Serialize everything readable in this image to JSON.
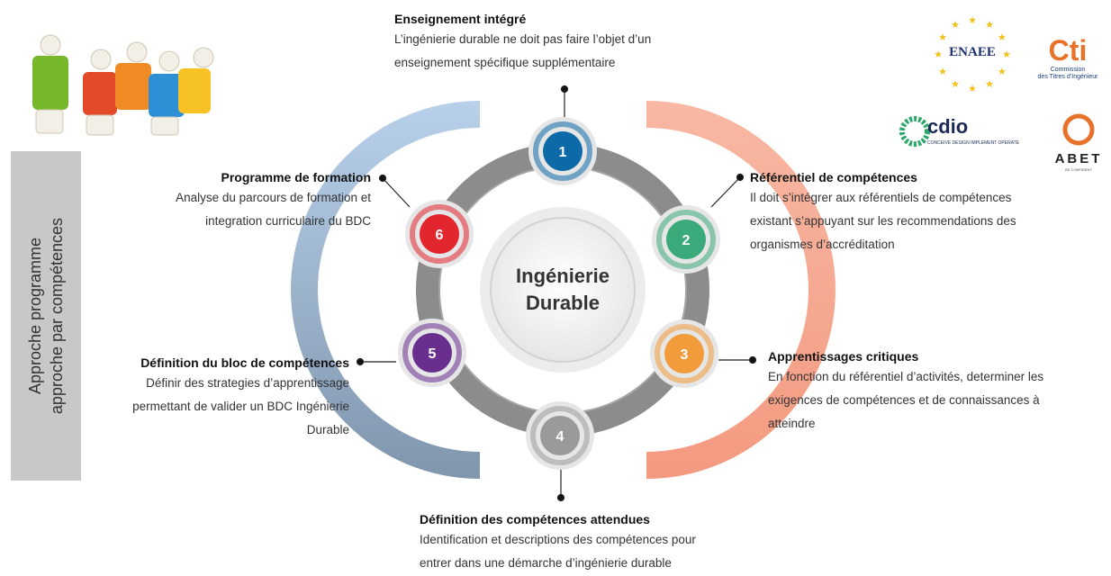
{
  "center": {
    "line1": "Ingénierie",
    "line2": "Durable"
  },
  "steps": [
    {
      "num": "1",
      "color": "#0d6aa8"
    },
    {
      "num": "2",
      "color": "#3aaa7a"
    },
    {
      "num": "3",
      "color": "#f29b3a"
    },
    {
      "num": "4",
      "color": "#9a9a9a"
    },
    {
      "num": "5",
      "color": "#6a2f8e"
    },
    {
      "num": "6",
      "color": "#e1262f"
    }
  ],
  "blocks": {
    "b1": {
      "title": "Enseignement intégré",
      "lines": [
        "L’ingénierie durable ne doit pas faire l’objet d’un",
        "enseignement spécifique supplémentaire"
      ]
    },
    "b2": {
      "title": "Référentiel de compétences",
      "lines": [
        "Il doit s’intégrer aux référentiels de compétences",
        "existant s’appuyant sur les recommendations des",
        "organismes d’accréditation"
      ]
    },
    "b3": {
      "title": "Apprentissages critiques",
      "lines": [
        "En fonction du référentiel d’activités, determiner les",
        "exigences de compétences et de connaissances à",
        "atteindre"
      ]
    },
    "b4": {
      "title": "Définition des compétences attendues",
      "lines": [
        "Identification et descriptions des compétences pour",
        "entrer dans une démarche d’ingénierie durable"
      ]
    },
    "b5": {
      "title": "Définition du bloc de compétences",
      "lines": [
        "Définir des strategies d’apprentissage",
        "permettant de valider un BDC Ingénierie",
        "Durable"
      ]
    },
    "b6": {
      "title": "Programme de formation",
      "lines": [
        "Analyse du parcours de formation et",
        "integration curriculaire du BDC"
      ]
    }
  },
  "side_label": {
    "line1": "Approche programme",
    "line2": "approche par compétences"
  },
  "logos": {
    "enaee": "ENAEE",
    "cti_big": "Cti",
    "cti_small1": "Commission",
    "cti_small2": "des Titres d’Ingénieur",
    "cdio": "cdio",
    "cdio_tag": "CONCEIVE DESIGN IMPLEMENT OPERATE",
    "abet": "ABET",
    "abet_tag": "BE CONFIDENT"
  },
  "colors": {
    "arc_left": "#9fb8d4",
    "arc_right": "#f6a98f",
    "ring": "#8c8c8c",
    "badge_bg": "#e6e6e6"
  }
}
